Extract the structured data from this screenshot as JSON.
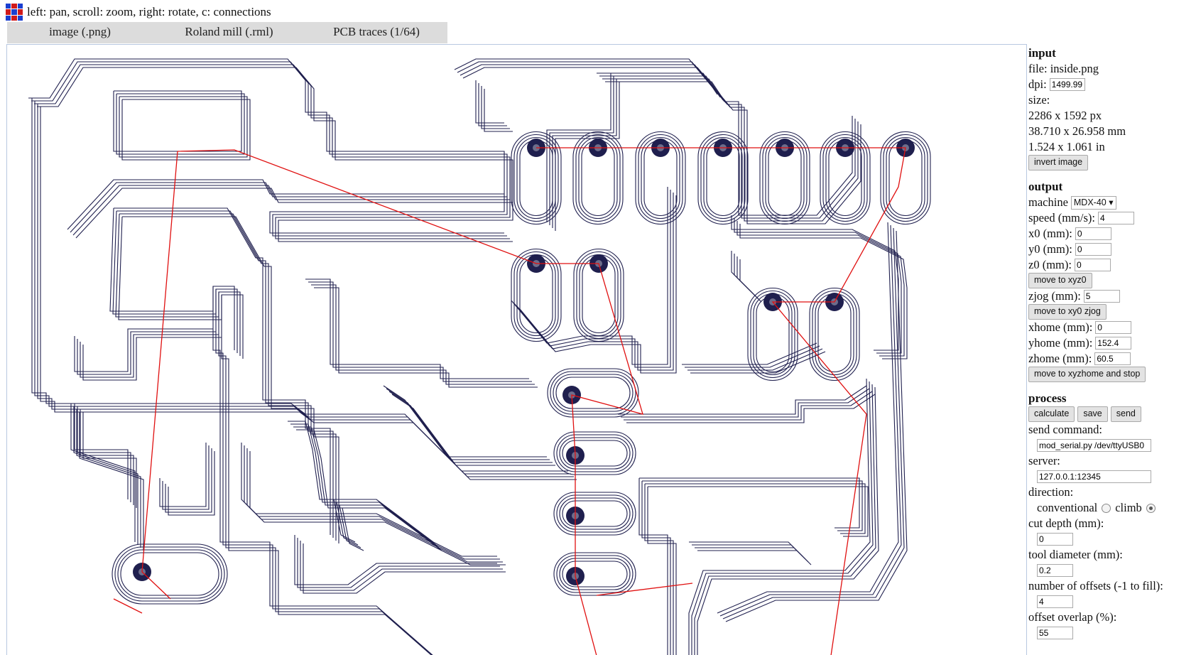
{
  "topbar": {
    "hint": "left: pan, scroll: zoom, right: rotate, c: connections"
  },
  "tabs": [
    {
      "label": "image (.png)"
    },
    {
      "label": "Roland mill (.rml)"
    },
    {
      "label": "PCB traces (1/64)"
    }
  ],
  "colors": {
    "trace": "#1f1f4e",
    "connection": "#e01010",
    "tab_bg": "#dcdcdc",
    "border": "#b8c8e0"
  },
  "panel": {
    "input": {
      "heading": "input",
      "file_label": "file: inside.png",
      "dpi_label": "dpi:",
      "dpi_value": "1499.99",
      "size_label": "size:",
      "size_px": "2286 x 1592 px",
      "size_mm": "38.710 x 26.958 mm",
      "size_in": "1.524 x 1.061 in",
      "invert_button": "invert image"
    },
    "output": {
      "heading": "output",
      "machine_label": "machine",
      "machine_value": "MDX-40",
      "speed_label": "speed (mm/s):",
      "speed_value": "4",
      "x0_label": "x0 (mm):",
      "x0_value": "0",
      "y0_label": "y0 (mm):",
      "y0_value": "0",
      "z0_label": "z0 (mm):",
      "z0_value": "0",
      "move_xyz0_button": "move to xyz0",
      "zjog_label": "zjog (mm):",
      "zjog_value": "5",
      "move_xy0_button": "move to xy0 zjog",
      "xhome_label": "xhome (mm):",
      "xhome_value": "0",
      "yhome_label": "yhome (mm):",
      "yhome_value": "152.4",
      "zhome_label": "zhome (mm):",
      "zhome_value": "60.5",
      "move_home_button": "move to xyzhome and stop"
    },
    "process": {
      "heading": "process",
      "calculate_button": "calculate",
      "save_button": "save",
      "send_button": "send",
      "send_command_label": "send command:",
      "send_command_value": "mod_serial.py /dev/ttyUSB0",
      "server_label": "server:",
      "server_value": "127.0.0.1:12345",
      "direction_label": "direction:",
      "conventional_label": "conventional",
      "climb_label": "climb",
      "direction_selected": "climb",
      "cut_depth_label": "cut depth (mm):",
      "cut_depth_value": "0",
      "tool_diameter_label": "tool diameter (mm):",
      "tool_diameter_value": "0.2",
      "offsets_label": "number of offsets (-1 to fill):",
      "offsets_value": "4",
      "overlap_label": "offset overlap (%):",
      "overlap_value": "55"
    }
  }
}
